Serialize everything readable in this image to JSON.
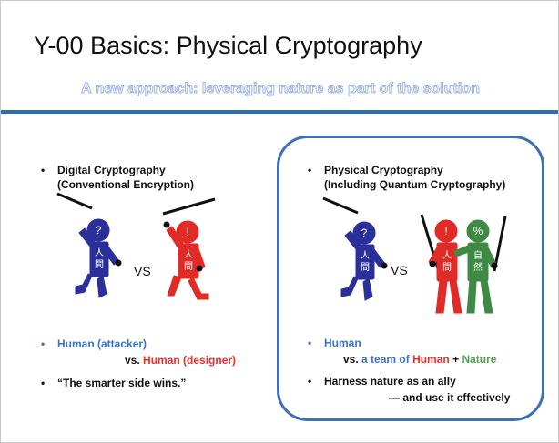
{
  "slide": {
    "title": "Y-00 Basics: Physical Cryptography",
    "subtitle": "A new approach: leveraging nature as part of the solution",
    "colors": {
      "rule": "#2e6bb8",
      "panel_border": "#3f6fb6",
      "human_blue": "#2b2f9a",
      "human_red": "#e02b26",
      "nature_green": "#3e8a45",
      "text_blue": "#3a74c6",
      "text_red": "#e8302a",
      "text_green": "#4ea24e"
    }
  },
  "left": {
    "bullet": "•",
    "heading_line1": "Digital Cryptography",
    "heading_line2": "(Conventional Encryption)",
    "vs": "VS",
    "blue_figure": {
      "symbol": "?",
      "kanji_top": "人",
      "kanji_bottom": "間"
    },
    "red_figure": {
      "symbol": "!",
      "kanji_top": "人",
      "kanji_bottom": "間"
    },
    "point1_label": "Human (attacker)",
    "point1_vs": "vs.",
    "point1_opponent": "Human (designer)",
    "point2": "“The smarter side wins.”"
  },
  "right": {
    "bullet": "•",
    "heading_line1": "Physical Cryptography",
    "heading_line2": "(Including Quantum Cryptography)",
    "vs": "VS",
    "blue_figure": {
      "symbol": "?",
      "kanji_top": "人",
      "kanji_bottom": "間"
    },
    "red_figure": {
      "symbol": "!",
      "kanji_top": "人",
      "kanji_bottom": "間"
    },
    "green_figure": {
      "symbol": "%",
      "kanji_top": "自",
      "kanji_bottom": "然"
    },
    "point1_label": "Human",
    "point1_vs": "vs.",
    "point1_a_team_of": "a team of",
    "point1_human": "Human",
    "point1_plus": "+",
    "point1_nature": "Nature",
    "point2_line1": "Harness nature as an ally",
    "point2_line2": "— and use it effectively"
  }
}
